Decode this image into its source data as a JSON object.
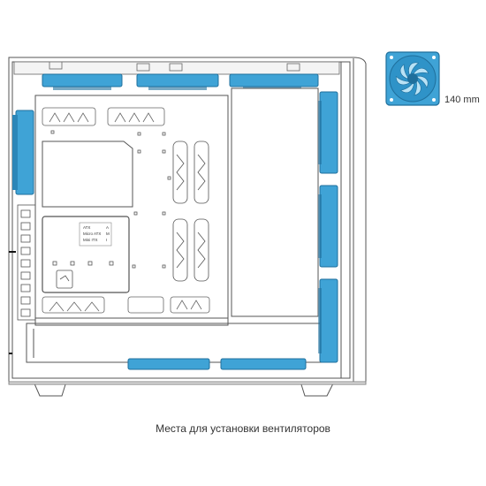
{
  "legend": {
    "fan_size_label": "140 mm",
    "icon": "fan-icon"
  },
  "caption": "Места для установки вентиляторов",
  "board_labels": {
    "atx": "ATX",
    "matx": "Micro ATX",
    "mitx": "Mini ITX",
    "atx_code": "A",
    "matx_code": "M",
    "mitx_code": "I"
  },
  "colors": {
    "fan_blue": "#3fa3d6",
    "fan_dark": "#1f6f9c",
    "line": "#555555",
    "panel": "#ffffff",
    "light_gray": "#e6e6e6"
  },
  "fan_positions": [
    "top",
    "front",
    "bottom",
    "rear"
  ]
}
